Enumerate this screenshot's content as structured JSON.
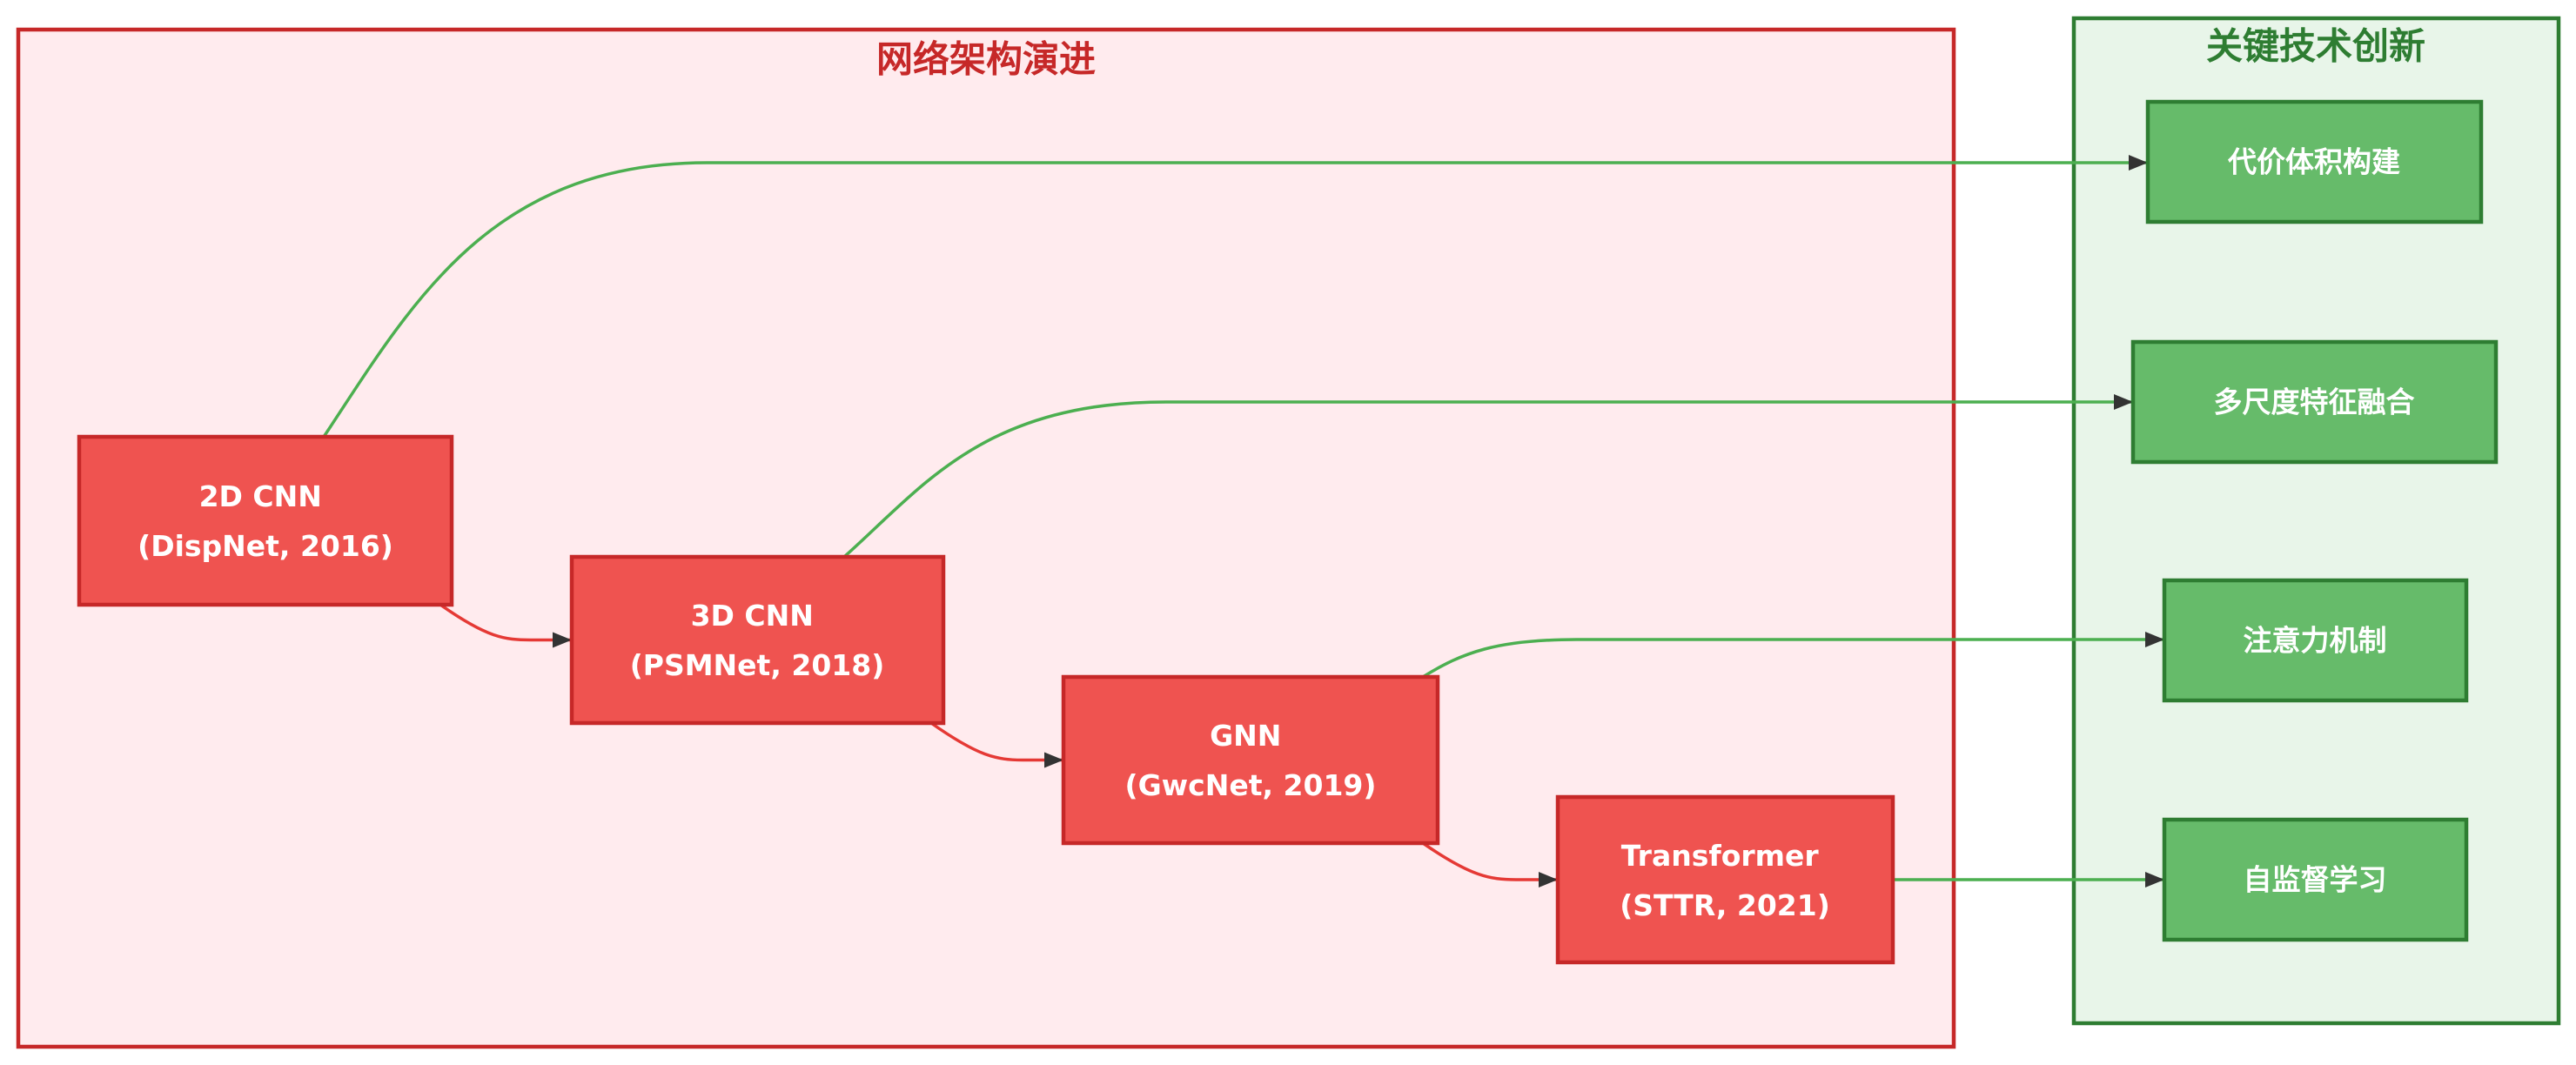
{
  "diagram": {
    "evolution": {
      "title": "网络架构演进",
      "nodes": [
        {
          "name": "2D CNN",
          "detail": "(DispNet, 2016)"
        },
        {
          "name": "3D CNN",
          "detail": "(PSMNet, 2018)"
        },
        {
          "name": "GNN",
          "detail": "(GwcNet, 2019)"
        },
        {
          "name": "Transformer",
          "detail": "(STTR, 2021)"
        }
      ]
    },
    "innovations": {
      "title": "关键技术创新",
      "nodes": [
        {
          "label": "代价体积构建"
        },
        {
          "label": "多尺度特征融合"
        },
        {
          "label": "注意力机制"
        },
        {
          "label": "自监督学习"
        }
      ]
    }
  },
  "colors": {
    "evolution_background": "#ffebee",
    "evolution_border": "#c62828",
    "evolution_node_fill": "#ef5350",
    "evolution_node_border": "#c62828",
    "evolution_edge": "#e53935",
    "innovation_background": "#e8f5e9",
    "innovation_border": "#2e7d32",
    "innovation_node_fill": "#66bb6a",
    "innovation_node_border": "#2e7d32",
    "innovation_edge": "#4caf50",
    "node_text": "#ffffff",
    "arrowhead": "#333333"
  }
}
